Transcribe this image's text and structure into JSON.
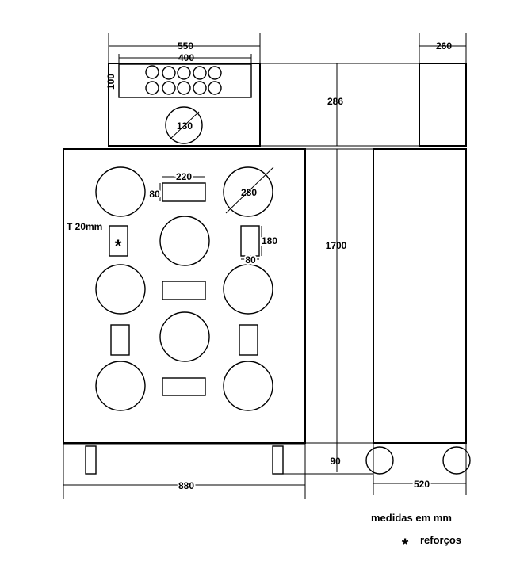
{
  "dimensions": {
    "head_width": "550",
    "panel_width": "400",
    "panel_height": "100",
    "head_depth": "260",
    "head_height": "286",
    "head_hole": "130",
    "cab_height": "1700",
    "woofer_diameter": "280",
    "port_width": "220",
    "port_height_a": "80",
    "port_height_b": "180",
    "port_width_b": "80",
    "thickness": "T 20mm",
    "base_height": "90",
    "cab_width": "880",
    "cab_depth": "520"
  },
  "legend": {
    "units": "medidas em mm",
    "reinforcement_symbol": "*",
    "reinforcement_label": "reforços"
  }
}
